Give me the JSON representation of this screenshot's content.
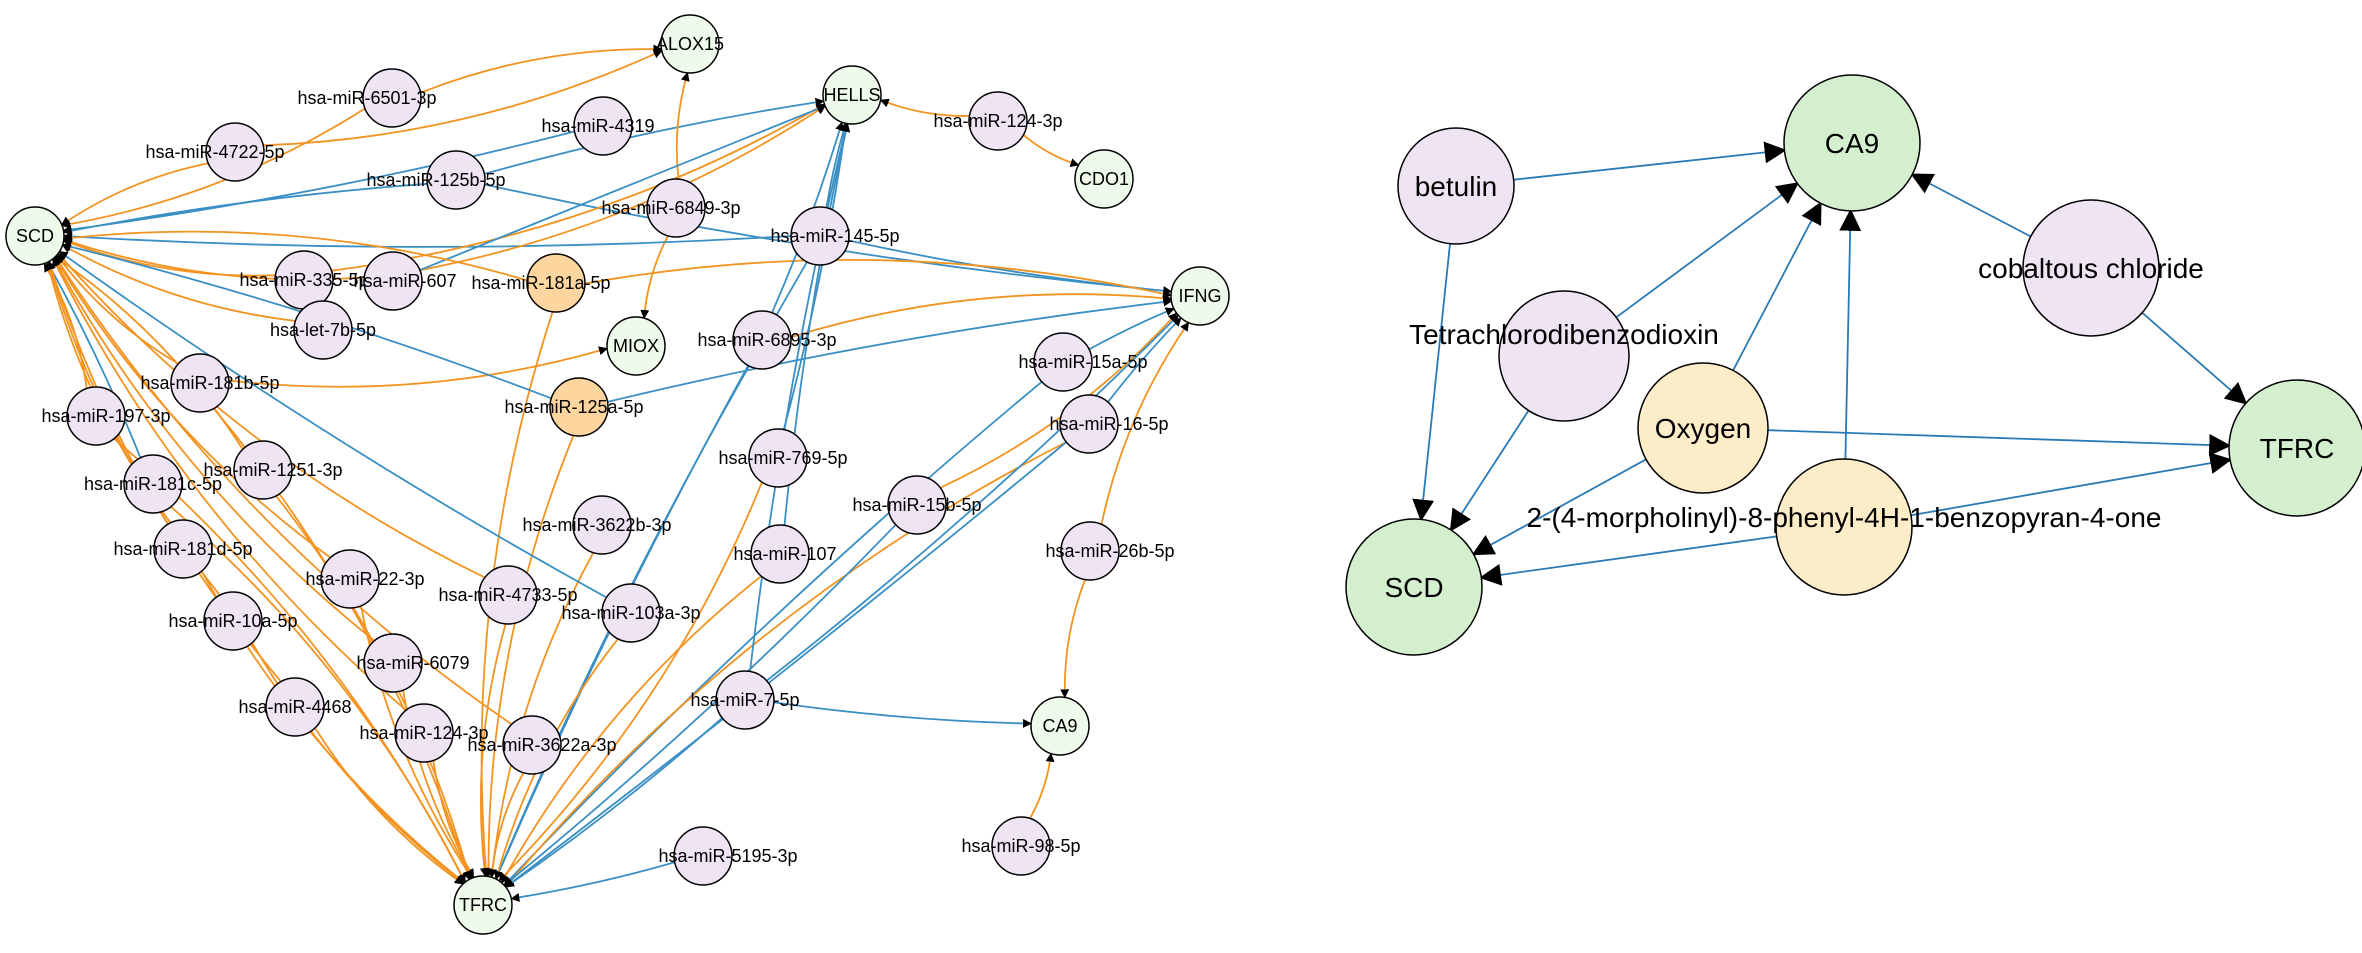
{
  "colors": {
    "gene": "#eefaea",
    "mirna": "#eee4f3",
    "mirna_highlight": "#fdd59e",
    "right_gene": "#d4efcd",
    "right_chemical": "#eee4f3",
    "right_highlight": "#fdecc8",
    "edge_blue": "#3a8fc4",
    "edge_orange": "#f39320",
    "edge_right": "#2a7ab5",
    "arrow": "#000000"
  },
  "left_network": {
    "nodes": [
      {
        "id": "SCD",
        "label": "SCD",
        "kind": "gene"
      },
      {
        "id": "TFRC",
        "label": "TFRC",
        "kind": "gene"
      },
      {
        "id": "ALOX15",
        "label": "ALOX15",
        "kind": "gene"
      },
      {
        "id": "HELLS",
        "label": "HELLS",
        "kind": "gene"
      },
      {
        "id": "CDO1",
        "label": "CDO1",
        "kind": "gene"
      },
      {
        "id": "IFNG",
        "label": "IFNG",
        "kind": "gene"
      },
      {
        "id": "MIOX",
        "label": "MIOX",
        "kind": "gene"
      },
      {
        "id": "CA9",
        "label": "CA9",
        "kind": "gene"
      },
      {
        "id": "m6501",
        "label": "hsa-miR-6501-3p",
        "kind": "mirna"
      },
      {
        "id": "m4722",
        "label": "hsa-miR-4722-5p",
        "kind": "mirna"
      },
      {
        "id": "m4319",
        "label": "hsa-miR-4319",
        "kind": "mirna"
      },
      {
        "id": "m125b",
        "label": "hsa-miR-125b-5p",
        "kind": "mirna"
      },
      {
        "id": "m6849",
        "label": "hsa-miR-6849-3p",
        "kind": "mirna"
      },
      {
        "id": "m124top",
        "label": "hsa-miR-124-3p",
        "kind": "mirna"
      },
      {
        "id": "m145",
        "label": "hsa-miR-145-5p",
        "kind": "mirna"
      },
      {
        "id": "m335",
        "label": "hsa-miR-335-5p",
        "kind": "mirna"
      },
      {
        "id": "m607",
        "label": "hsa-miR-607",
        "kind": "mirna"
      },
      {
        "id": "m181a",
        "label": "hsa-miR-181a-5p",
        "kind": "highlight"
      },
      {
        "id": "let7b",
        "label": "hsa-let-7b-5p",
        "kind": "mirna"
      },
      {
        "id": "m6895",
        "label": "hsa-miR-6895-3p",
        "kind": "mirna"
      },
      {
        "id": "m181b",
        "label": "hsa-miR-181b-5p",
        "kind": "mirna"
      },
      {
        "id": "m197",
        "label": "hsa-miR-197-3p",
        "kind": "mirna"
      },
      {
        "id": "m125a",
        "label": "hsa-miR-125a-5p",
        "kind": "highlight"
      },
      {
        "id": "m15a",
        "label": "hsa-miR-15a-5p",
        "kind": "mirna"
      },
      {
        "id": "m16",
        "label": "hsa-miR-16-5p",
        "kind": "mirna"
      },
      {
        "id": "m1251",
        "label": "hsa-miR-1251-3p",
        "kind": "mirna"
      },
      {
        "id": "m181c",
        "label": "hsa-miR-181c-5p",
        "kind": "mirna"
      },
      {
        "id": "m769",
        "label": "hsa-miR-769-5p",
        "kind": "mirna"
      },
      {
        "id": "m15b",
        "label": "hsa-miR-15b-5p",
        "kind": "mirna"
      },
      {
        "id": "m3622b",
        "label": "hsa-miR-3622b-3p",
        "kind": "mirna"
      },
      {
        "id": "m181d",
        "label": "hsa-miR-181d-5p",
        "kind": "mirna"
      },
      {
        "id": "m107",
        "label": "hsa-miR-107",
        "kind": "mirna"
      },
      {
        "id": "m26b",
        "label": "hsa-miR-26b-5p",
        "kind": "mirna"
      },
      {
        "id": "m22",
        "label": "hsa-miR-22-3p",
        "kind": "mirna"
      },
      {
        "id": "m4733",
        "label": "hsa-miR-4733-5p",
        "kind": "mirna"
      },
      {
        "id": "m103a",
        "label": "hsa-miR-103a-3p",
        "kind": "mirna"
      },
      {
        "id": "m10a",
        "label": "hsa-miR-10a-5p",
        "kind": "mirna"
      },
      {
        "id": "m6079",
        "label": "hsa-miR-6079",
        "kind": "mirna"
      },
      {
        "id": "m7",
        "label": "hsa-miR-7-5p",
        "kind": "mirna"
      },
      {
        "id": "m4468",
        "label": "hsa-miR-4468",
        "kind": "mirna"
      },
      {
        "id": "m124bot",
        "label": "hsa-miR-124-3p",
        "kind": "mirna"
      },
      {
        "id": "m3622a",
        "label": "hsa-miR-3622a-3p",
        "kind": "mirna"
      },
      {
        "id": "m5195",
        "label": "hsa-miR-5195-3p",
        "kind": "mirna"
      },
      {
        "id": "m98",
        "label": "hsa-miR-98-5p",
        "kind": "mirna"
      }
    ],
    "edges": [
      {
        "from": "m6501",
        "to": "ALOX15",
        "type": "orange"
      },
      {
        "from": "m4722",
        "to": "ALOX15",
        "type": "orange"
      },
      {
        "from": "m6501",
        "to": "SCD",
        "type": "orange"
      },
      {
        "from": "m4722",
        "to": "SCD",
        "type": "orange"
      },
      {
        "from": "m4319",
        "to": "SCD",
        "type": "blue"
      },
      {
        "from": "m125b",
        "to": "SCD",
        "type": "blue"
      },
      {
        "from": "m125b",
        "to": "HELLS",
        "type": "blue"
      },
      {
        "from": "m125b",
        "to": "IFNG",
        "type": "blue"
      },
      {
        "from": "m6849",
        "to": "ALOX15",
        "type": "orange"
      },
      {
        "from": "m6849",
        "to": "MIOX",
        "type": "orange"
      },
      {
        "from": "m124top",
        "to": "HELLS",
        "type": "orange"
      },
      {
        "from": "m124top",
        "to": "CDO1",
        "type": "orange"
      },
      {
        "from": "m145",
        "to": "HELLS",
        "type": "blue"
      },
      {
        "from": "m145",
        "to": "IFNG",
        "type": "blue"
      },
      {
        "from": "m145",
        "to": "SCD",
        "type": "blue"
      },
      {
        "from": "m145",
        "to": "TFRC",
        "type": "blue"
      },
      {
        "from": "m335",
        "to": "SCD",
        "type": "orange"
      },
      {
        "from": "m335",
        "to": "HELLS",
        "type": "orange"
      },
      {
        "from": "m607",
        "to": "SCD",
        "type": "orange"
      },
      {
        "from": "m607",
        "to": "HELLS",
        "type": "orange"
      },
      {
        "from": "m607",
        "to": "HELLS",
        "type": "blue"
      },
      {
        "from": "m181a",
        "to": "SCD",
        "type": "orange"
      },
      {
        "from": "m181a",
        "to": "IFNG",
        "type": "orange"
      },
      {
        "from": "m181a",
        "to": "TFRC",
        "type": "orange"
      },
      {
        "from": "let7b",
        "to": "SCD",
        "type": "orange"
      },
      {
        "from": "m6895",
        "to": "HELLS",
        "type": "blue"
      },
      {
        "from": "m6895",
        "to": "IFNG",
        "type": "orange"
      },
      {
        "from": "m6895",
        "to": "TFRC",
        "type": "blue"
      },
      {
        "from": "m181b",
        "to": "SCD",
        "type": "orange"
      },
      {
        "from": "m181b",
        "to": "MIOX",
        "type": "orange"
      },
      {
        "from": "m181b",
        "to": "TFRC",
        "type": "orange"
      },
      {
        "from": "m197",
        "to": "SCD",
        "type": "orange"
      },
      {
        "from": "m197",
        "to": "TFRC",
        "type": "orange"
      },
      {
        "from": "m125a",
        "to": "SCD",
        "type": "blue"
      },
      {
        "from": "m125a",
        "to": "IFNG",
        "type": "blue"
      },
      {
        "from": "m125a",
        "to": "TFRC",
        "type": "orange"
      },
      {
        "from": "m15a",
        "to": "IFNG",
        "type": "blue"
      },
      {
        "from": "m15a",
        "to": "TFRC",
        "type": "blue"
      },
      {
        "from": "m16",
        "to": "IFNG",
        "type": "blue"
      },
      {
        "from": "m16",
        "to": "TFRC",
        "type": "orange"
      },
      {
        "from": "m16",
        "to": "TFRC",
        "type": "blue"
      },
      {
        "from": "m1251",
        "to": "SCD",
        "type": "orange"
      },
      {
        "from": "m1251",
        "to": "TFRC",
        "type": "orange"
      },
      {
        "from": "m181c",
        "to": "SCD",
        "type": "blue"
      },
      {
        "from": "m181c",
        "to": "TFRC",
        "type": "orange"
      },
      {
        "from": "m769",
        "to": "HELLS",
        "type": "blue"
      },
      {
        "from": "m769",
        "to": "TFRC",
        "type": "orange"
      },
      {
        "from": "m15b",
        "to": "IFNG",
        "type": "orange"
      },
      {
        "from": "m15b",
        "to": "TFRC",
        "type": "blue"
      },
      {
        "from": "m3622b",
        "to": "TFRC",
        "type": "orange"
      },
      {
        "from": "m181d",
        "to": "SCD",
        "type": "orange"
      },
      {
        "from": "m181d",
        "to": "TFRC",
        "type": "orange"
      },
      {
        "from": "m107",
        "to": "HELLS",
        "type": "blue"
      },
      {
        "from": "m107",
        "to": "TFRC",
        "type": "orange"
      },
      {
        "from": "m26b",
        "to": "IFNG",
        "type": "orange"
      },
      {
        "from": "m26b",
        "to": "CA9",
        "type": "orange"
      },
      {
        "from": "m22",
        "to": "SCD",
        "type": "orange"
      },
      {
        "from": "m22",
        "to": "TFRC",
        "type": "orange"
      },
      {
        "from": "m4733",
        "to": "SCD",
        "type": "orange"
      },
      {
        "from": "m4733",
        "to": "TFRC",
        "type": "orange"
      },
      {
        "from": "m103a",
        "to": "SCD",
        "type": "blue"
      },
      {
        "from": "m103a",
        "to": "TFRC",
        "type": "orange"
      },
      {
        "from": "m10a",
        "to": "SCD",
        "type": "orange"
      },
      {
        "from": "m10a",
        "to": "TFRC",
        "type": "orange"
      },
      {
        "from": "m6079",
        "to": "SCD",
        "type": "orange"
      },
      {
        "from": "m6079",
        "to": "TFRC",
        "type": "orange"
      },
      {
        "from": "m7",
        "to": "HELLS",
        "type": "blue"
      },
      {
        "from": "m7",
        "to": "IFNG",
        "type": "blue"
      },
      {
        "from": "m7",
        "to": "TFRC",
        "type": "blue"
      },
      {
        "from": "m7",
        "to": "CA9",
        "type": "blue"
      },
      {
        "from": "m4468",
        "to": "SCD",
        "type": "orange"
      },
      {
        "from": "m4468",
        "to": "TFRC",
        "type": "orange"
      },
      {
        "from": "m124bot",
        "to": "SCD",
        "type": "orange"
      },
      {
        "from": "m124bot",
        "to": "TFRC",
        "type": "orange"
      },
      {
        "from": "m3622a",
        "to": "SCD",
        "type": "orange"
      },
      {
        "from": "m3622a",
        "to": "TFRC",
        "type": "orange"
      },
      {
        "from": "m5195",
        "to": "TFRC",
        "type": "blue"
      },
      {
        "from": "m98",
        "to": "CA9",
        "type": "orange"
      }
    ]
  },
  "right_network": {
    "nodes": [
      {
        "id": "CA9",
        "label": "CA9",
        "kind": "gene"
      },
      {
        "id": "SCD",
        "label": "SCD",
        "kind": "gene"
      },
      {
        "id": "TFRC",
        "label": "TFRC",
        "kind": "gene"
      },
      {
        "id": "betulin",
        "label": "betulin",
        "kind": "chemical"
      },
      {
        "id": "tcdd",
        "label": "Tetrachlorodibenzodioxin",
        "kind": "chemical"
      },
      {
        "id": "cobalt",
        "label": "cobaltous chloride",
        "kind": "chemical"
      },
      {
        "id": "oxygen",
        "label": "Oxygen",
        "kind": "highlight"
      },
      {
        "id": "ly",
        "label": "2-(4-morpholinyl)-8-phenyl-4H-1-benzopyran-4-one",
        "kind": "highlight"
      }
    ],
    "edges": [
      {
        "from": "betulin",
        "to": "CA9"
      },
      {
        "from": "betulin",
        "to": "SCD"
      },
      {
        "from": "tcdd",
        "to": "CA9"
      },
      {
        "from": "tcdd",
        "to": "SCD"
      },
      {
        "from": "oxygen",
        "to": "CA9"
      },
      {
        "from": "oxygen",
        "to": "SCD"
      },
      {
        "from": "oxygen",
        "to": "TFRC"
      },
      {
        "from": "ly",
        "to": "CA9"
      },
      {
        "from": "ly",
        "to": "SCD"
      },
      {
        "from": "ly",
        "to": "TFRC"
      },
      {
        "from": "cobalt",
        "to": "CA9"
      },
      {
        "from": "cobalt",
        "to": "TFRC"
      }
    ]
  }
}
